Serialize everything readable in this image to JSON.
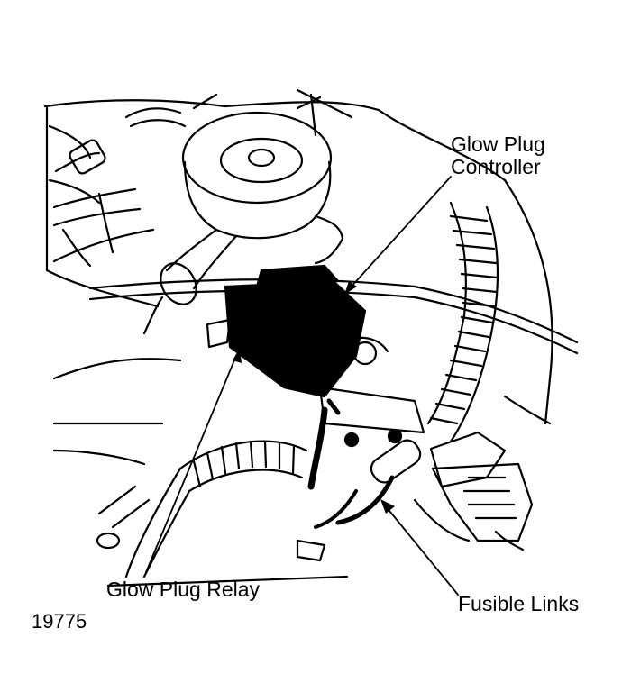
{
  "labels": {
    "controller_line1": "Glow Plug",
    "controller_line2": "Controller",
    "relay": "Glow Plug Relay",
    "fusible": "Fusible Links"
  },
  "figure_id": "19775",
  "colors": {
    "ink": "#000000",
    "paper": "#ffffff"
  }
}
